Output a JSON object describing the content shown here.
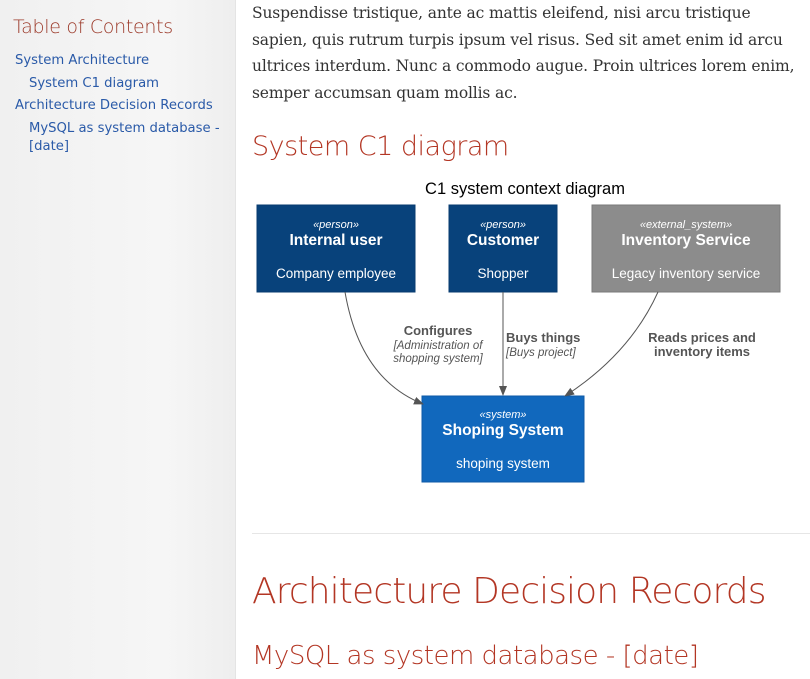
{
  "sidebar": {
    "title": "Table of Contents",
    "items": [
      {
        "label": "System Architecture"
      },
      {
        "label": "System C1 diagram"
      },
      {
        "label": "Architecture Decision Records"
      },
      {
        "label": "MySQL as system database -"
      },
      {
        "label": "[date]"
      }
    ]
  },
  "main": {
    "paragraph_lines": [
      "Suspendisse tristique, ante ac mattis eleifend, nisi arcu tristique",
      "sapien, quis rutrum turpis ipsum vel risus. Sed sit amet enim id arcu",
      "ultrices interdum. Nunc a commodo augue. Proin ultrices lorem enim,",
      "semper accumsan quam mollis ac."
    ],
    "heading_c1": "System C1 diagram",
    "heading_adr": "Architecture Decision Records",
    "heading_mysql": "MySQL as system database - [date]"
  },
  "diagram": {
    "title": "C1 system context diagram",
    "colors": {
      "person": "#08427b",
      "external": "#8c8c8c",
      "system": "#1168bd",
      "arrow": "#707070",
      "label": "#555555"
    },
    "boxes": {
      "internal_user": {
        "stereotype": "«person»",
        "name": "Internal user",
        "desc": "Company employee"
      },
      "customer": {
        "stereotype": "«person»",
        "name": "Customer",
        "desc": "Shopper"
      },
      "inventory": {
        "stereotype": "«external_system»",
        "name": "Inventory Service",
        "desc": "Legacy inventory service"
      },
      "shoping": {
        "stereotype": "«system»",
        "name": "Shoping System",
        "desc": "shoping system"
      }
    },
    "relations": {
      "configures": {
        "label": "Configures",
        "tech1": "[Administration of",
        "tech2": "shopping system]"
      },
      "buys": {
        "label": "Buys things",
        "tech": "[Buys project]"
      },
      "reads": {
        "label1": "Reads prices and",
        "label2": "inventory items"
      }
    }
  }
}
